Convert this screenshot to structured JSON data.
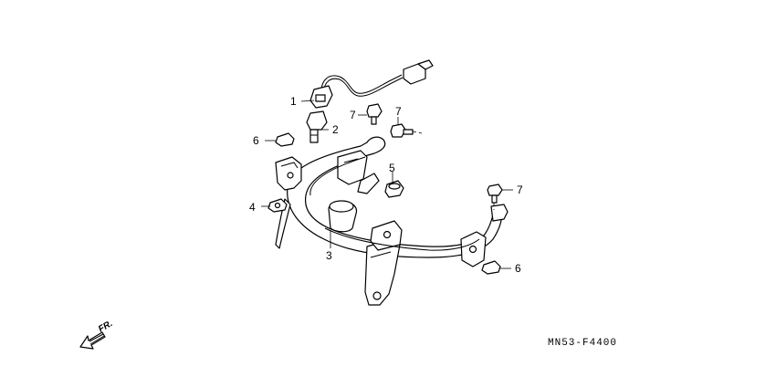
{
  "diagram": {
    "callouts": [
      {
        "id": "c1",
        "label": "1"
      },
      {
        "id": "c2",
        "label": "2"
      },
      {
        "id": "c3",
        "label": "3"
      },
      {
        "id": "c4",
        "label": "4"
      },
      {
        "id": "c5",
        "label": "5"
      },
      {
        "id": "c6a",
        "label": "6"
      },
      {
        "id": "c6b",
        "label": "6"
      },
      {
        "id": "c7a",
        "label": "7"
      },
      {
        "id": "c7b",
        "label": "7"
      },
      {
        "id": "c7c",
        "label": "7"
      }
    ],
    "direction_label": "FR.",
    "drawing_code": "MN53-F4400"
  }
}
